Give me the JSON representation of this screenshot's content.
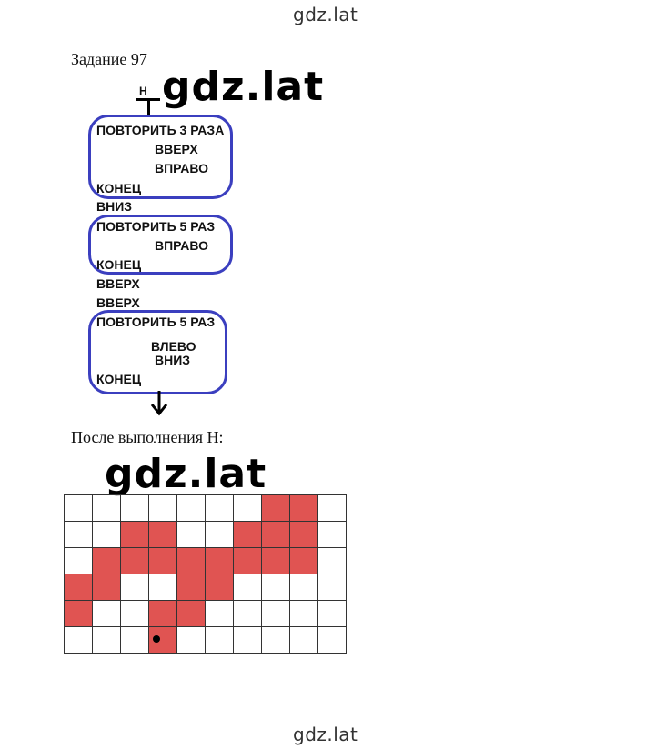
{
  "watermark_top": "gdz.lat",
  "watermark_mid1": "gdz.lat",
  "watermark_mid2": "gdz.lat",
  "watermark_bottom": "gdz.lat",
  "task_title": "Задание  97",
  "start_label": "Н",
  "loops": [
    {
      "header": "ПОВТОРИТЬ 3 РАЗА",
      "commands": [
        "ВВЕРХ",
        "ВПРАВО"
      ],
      "end": "КОНЕЦ"
    },
    {
      "header": "ПОВТОРИТЬ 5 РАЗ",
      "commands": [
        "ВПРАВО"
      ],
      "end": "КОНЕЦ"
    },
    {
      "header": "ПОВТОРИТЬ 5 РАЗ",
      "commands": [
        "ВЛЕВО",
        "ВНИЗ"
      ],
      "end": "КОНЕЦ"
    }
  ],
  "between_1": [
    "ВНИЗ"
  ],
  "between_2": [
    "ВВЕРХ",
    "ВВЕРХ"
  ],
  "result_label": "После выполнения Н:",
  "grid": {
    "rows": 6,
    "cols": 10,
    "filled": [
      [
        0,
        7
      ],
      [
        0,
        8
      ],
      [
        1,
        2
      ],
      [
        1,
        3
      ],
      [
        1,
        6
      ],
      [
        1,
        7
      ],
      [
        1,
        8
      ],
      [
        2,
        1
      ],
      [
        2,
        2
      ],
      [
        2,
        3
      ],
      [
        2,
        4
      ],
      [
        2,
        5
      ],
      [
        2,
        6
      ],
      [
        2,
        7
      ],
      [
        2,
        8
      ],
      [
        3,
        0
      ],
      [
        3,
        1
      ],
      [
        3,
        4
      ],
      [
        3,
        5
      ],
      [
        4,
        0
      ],
      [
        4,
        3
      ],
      [
        4,
        4
      ],
      [
        5,
        3
      ]
    ],
    "marker": [
      5,
      3
    ]
  },
  "colors": {
    "loop_border": "#3b3fbf",
    "cell_fill": "#e05452"
  }
}
